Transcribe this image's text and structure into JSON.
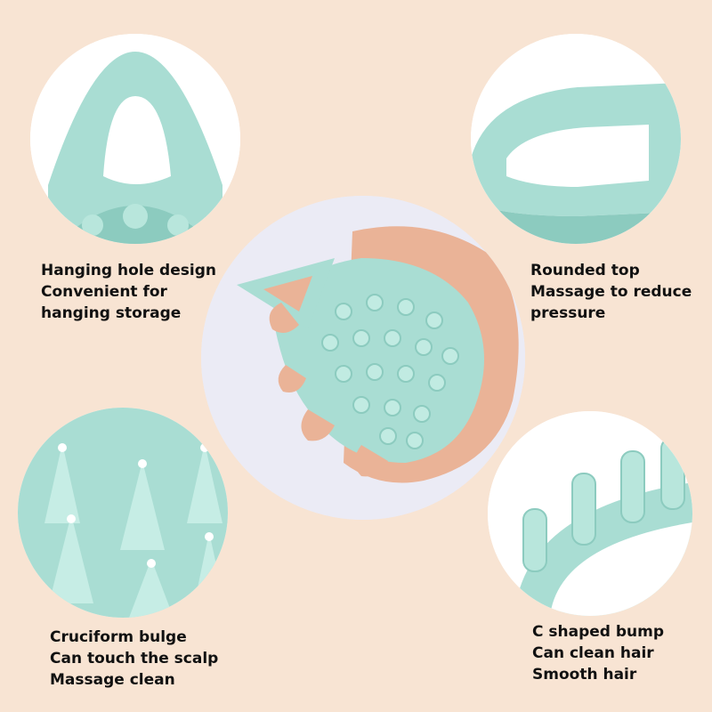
{
  "colors": {
    "background": "#f8e4d3",
    "silicone": "#a9ddd3",
    "silicone_shadow": "#8ccbbf",
    "circle_fill": "#ffffff",
    "skin": "#eab397",
    "caption_text": "#111111"
  },
  "captions": {
    "top_left": [
      "Hanging hole design",
      "Convenient for",
      "hanging storage"
    ],
    "top_right": [
      "Rounded top",
      "Massage to reduce",
      "pressure"
    ],
    "bottom_left": [
      "Cruciform bulge",
      "Can touch the scalp",
      "Massage clean"
    ],
    "bottom_right": [
      "C shaped bump",
      "Can clean hair",
      "Smooth hair"
    ]
  }
}
